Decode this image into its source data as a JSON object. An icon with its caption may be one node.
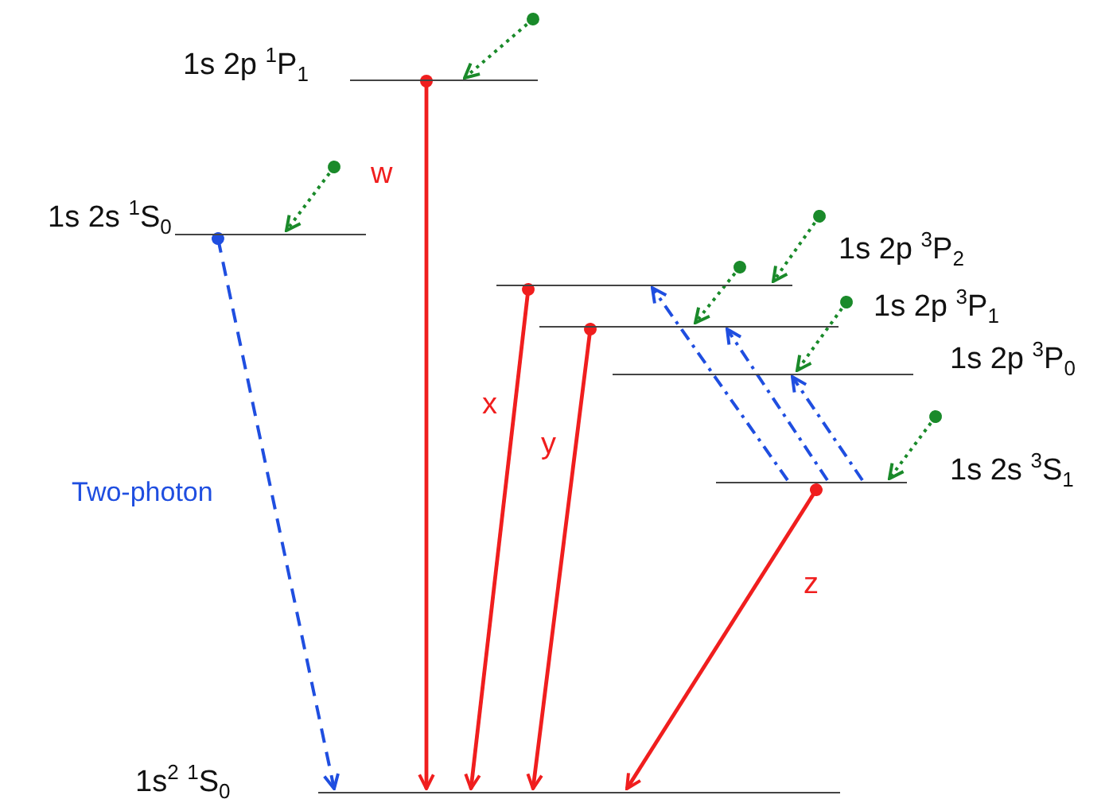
{
  "diagram": {
    "nodes": [
      {
        "text": [
          "1s 2p $^{1}$P$_{1}$"
        ]
      },
      {
        "text": [
          "1s 2s $^{1}$S$_{0}$"
        ]
      },
      {
        "text": [
          "1s 2p $^{3}$P$_{2}$"
        ]
      },
      {
        "text": [
          "1s 2p $^{3}$P$_{1}$"
        ]
      },
      {
        "text": [
          "1s 2p $^{3}$P$_{0}$"
        ]
      },
      {
        "text": [
          "1s 2s $^{3}$S$_{1}$"
        ]
      },
      {
        "text": [
          "1s$^{2}$ $^{1}$S$_{0}$"
        ]
      }
    ],
    "edges": [
      {
        "from": null,
        "to": 0,
        "arrow": "to",
        "style": "dashed",
        "color": "#1a8a2a"
      },
      {
        "from": 0,
        "to": 6,
        "arrow": "to",
        "label": "w",
        "color": "#f01e1e"
      },
      {
        "from": null,
        "to": 1,
        "arrow": "to",
        "style": "dashed",
        "color": "#1a8a2a"
      },
      {
        "from": 1,
        "to": 6,
        "arrow": "to",
        "label": "Two-photon",
        "style": "dashed",
        "color": "#1f4ee0"
      },
      {
        "from": null,
        "to": 2,
        "arrow": "to",
        "style": "dashed",
        "color": "#1a8a2a"
      },
      {
        "from": null,
        "to": 3,
        "arrow": "to",
        "style": "dashed",
        "color": "#1a8a2a"
      },
      {
        "from": null,
        "to": 4,
        "arrow": "to",
        "style": "dashed",
        "color": "#1a8a2a"
      },
      {
        "from": 2,
        "to": 6,
        "arrow": "to",
        "label": "x",
        "color": "#f01e1e"
      },
      {
        "from": 3,
        "to": 6,
        "arrow": "to",
        "label": "y",
        "color": "#f01e1e"
      },
      {
        "from": 5,
        "to": 2,
        "arrow": "to",
        "style": "dashed",
        "color": "#1f4ee0"
      },
      {
        "from": 5,
        "to": 3,
        "arrow": "to",
        "style": "dashed",
        "color": "#1f4ee0"
      },
      {
        "from": 5,
        "to": 4,
        "arrow": "to",
        "style": "dashed",
        "color": "#1f4ee0"
      },
      {
        "from": null,
        "to": 5,
        "arrow": "to",
        "style": "dashed",
        "color": "#1a8a2a"
      },
      {
        "from": 5,
        "to": 6,
        "arrow": "to",
        "label": "z",
        "color": "#f01e1e"
      }
    ]
  }
}
